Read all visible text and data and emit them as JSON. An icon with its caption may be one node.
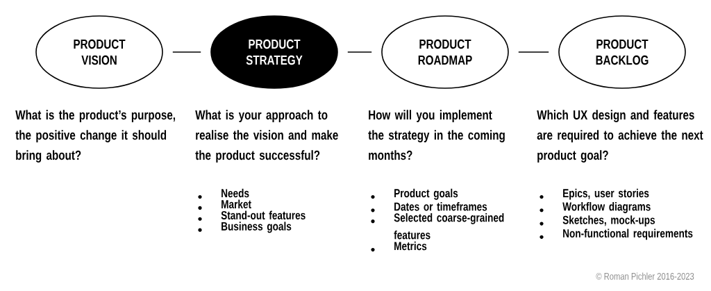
{
  "diagram": {
    "nodes": [
      {
        "text": [
          "PRODUCT VISION"
        ]
      },
      {
        "text": [
          "PRODUCT STRATEGY"
        ]
      },
      {
        "text": [
          "PRODUCT ROADMAP"
        ]
      },
      {
        "text": [
          "PRODUCT BACKLOG"
        ]
      }
    ],
    "edges": [
      {
        "from": 0,
        "to": 1,
        "arrow": "none"
      },
      {
        "from": 1,
        "to": 2,
        "arrow": "none"
      },
      {
        "from": 2,
        "to": 3,
        "arrow": "none"
      }
    ],
    "labels": [
      "What is the product’s purpose, the positive change it should bring about?",
      "What is your approach to realise the vision and make the product successful?",
      "How will you implement the strategy in the coming months?",
      "Which UX design and features are required to achieve the next product goal?",
      "Needs",
      "Market",
      "Stand-out features",
      "Business goals",
      "Product goals",
      "Dates or timeframes",
      "Selected coarse-grained features",
      "Metrics",
      "Epics, user stories",
      "Workflow diagrams",
      "Sketches, mock-ups",
      "Non-functional requirements",
      "© Roman Pichler 2016-2023"
    ]
  }
}
